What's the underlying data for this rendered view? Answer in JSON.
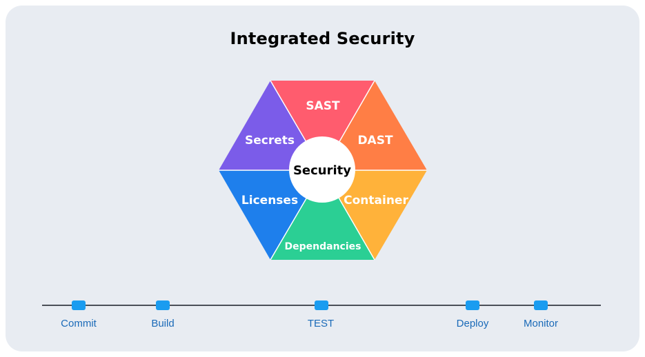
{
  "title": "Integrated Security",
  "hexagon": {
    "center": "Security",
    "segments": [
      {
        "id": "sast",
        "label": "SAST",
        "color": "#ff5c6e"
      },
      {
        "id": "dast",
        "label": "DAST",
        "color": "#ff7e45"
      },
      {
        "id": "container",
        "label": "Container",
        "color": "#ffb23a"
      },
      {
        "id": "dependancies",
        "label": "Dependancies",
        "color": "#2bcf94"
      },
      {
        "id": "licenses",
        "label": "Licenses",
        "color": "#1e7fec"
      },
      {
        "id": "secrets",
        "label": "Secrets",
        "color": "#7b5ce9"
      }
    ]
  },
  "timeline": {
    "line_color": "#4a4f57",
    "marker_color": "#1a9cf0",
    "stages": [
      {
        "label": "Commit"
      },
      {
        "label": "Build"
      },
      {
        "label": "TEST"
      },
      {
        "label": "Deploy"
      },
      {
        "label": "Monitor"
      }
    ]
  }
}
